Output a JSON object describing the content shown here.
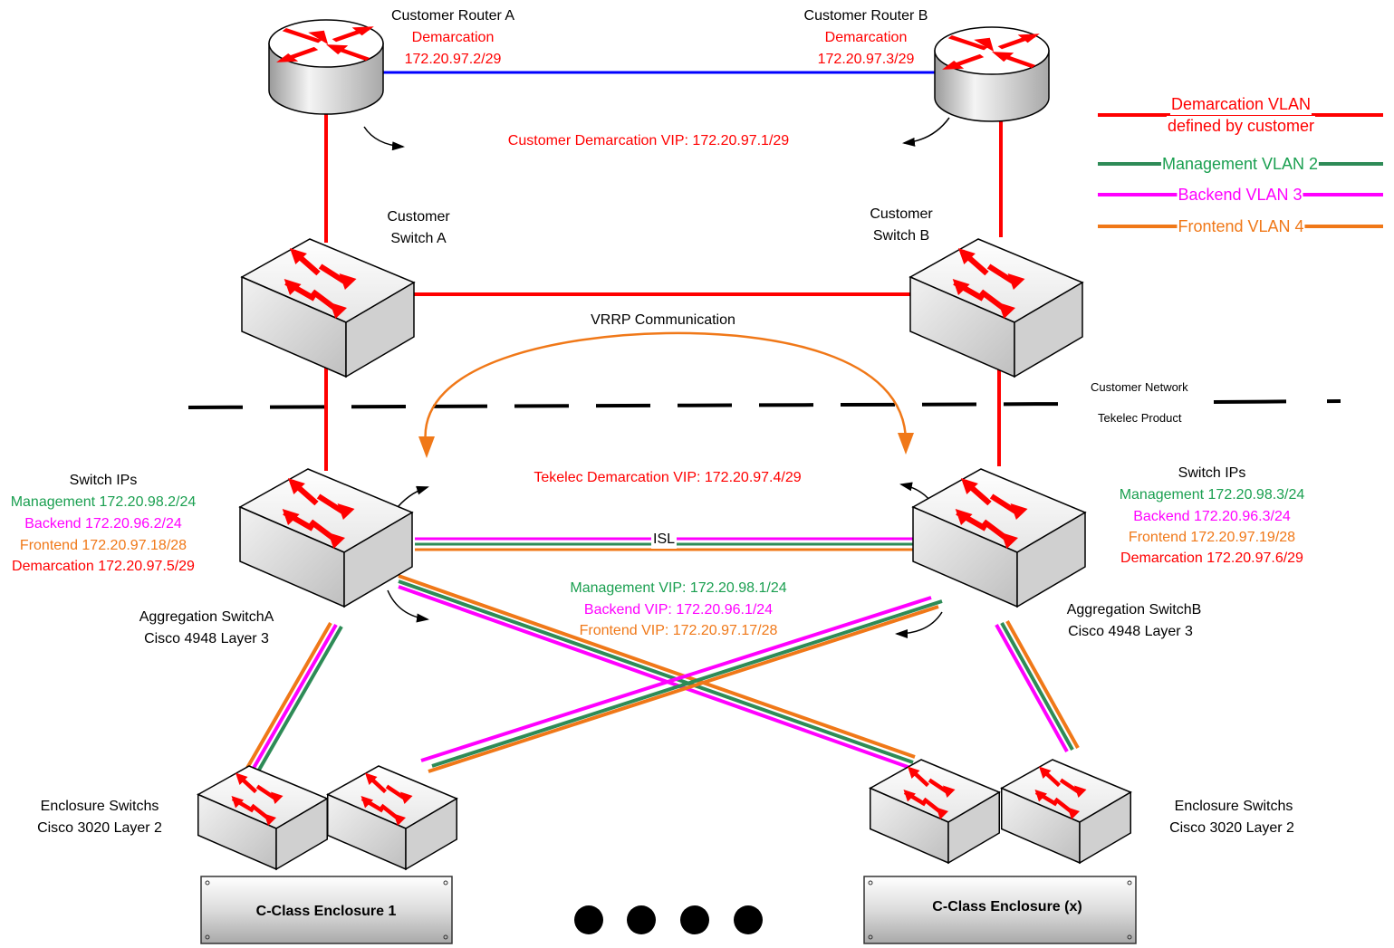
{
  "routers": {
    "a": {
      "name": "Customer Router A",
      "role": "Demarcation",
      "ip": "172.20.97.2/29"
    },
    "b": {
      "name": "Customer Router B",
      "role": "Demarcation",
      "ip": "172.20.97.3/29"
    }
  },
  "customer_demarcation_vip": "Customer Demarcation VIP: 172.20.97.1/29",
  "customer_switches": {
    "a": {
      "line1": "Customer",
      "line2": "Switch A"
    },
    "b": {
      "line1": "Customer",
      "line2": "Switch B"
    }
  },
  "vrrp_label": "VRRP Communication",
  "boundary": {
    "above": "Customer Network",
    "below": "Tekelec Product"
  },
  "tekelec_demarcation_vip": "Tekelec Demarcation VIP: 172.20.97.4/29",
  "isl_label": "ISL",
  "aggregation": {
    "a": {
      "title": "Switch IPs",
      "management": "Management 172.20.98.2/24",
      "backend": "Backend 172.20.96.2/24",
      "frontend": "Frontend 172.20.97.18/28",
      "demarcation": "Demarcation  172.20.97.5/29",
      "name": "Aggregation  SwitchA",
      "model": "Cisco 4948  Layer 3"
    },
    "b": {
      "title": "Switch IPs",
      "management": "Management 172.20.98.3/24",
      "backend": "Backend 172.20.96.3/24",
      "frontend": "Frontend 172.20.97.19/28",
      "demarcation": "Demarcation  172.20.97.6/29",
      "name": "Aggregation  SwitchB",
      "model": "Cisco 4948  Layer 3"
    }
  },
  "vips": {
    "management": "Management VIP: 172.20.98.1/24",
    "backend": "Backend VIP: 172.20.96.1/24",
    "frontend": "Frontend VIP: 172.20.97.17/28"
  },
  "enclosure_switches": {
    "left": {
      "line1": "Enclosure  Switchs",
      "line2": "Cisco 3020  Layer 2"
    },
    "right": {
      "line1": "Enclosure  Switchs",
      "line2": "Cisco 3020  Layer 2"
    }
  },
  "enclosures": {
    "first": "C-Class Enclosure 1",
    "last": "C-Class Enclosure (x)"
  },
  "legend": {
    "demarcation": {
      "line1": "Demarcation VLAN",
      "line2": "defined by customer",
      "color": "#ff0000"
    },
    "management": {
      "label": "Management VLAN 2",
      "color": "#2e8b57"
    },
    "backend": {
      "label": "Backend VLAN 3",
      "color": "#ff00ff"
    },
    "frontend": {
      "label": "Frontend VLAN 4",
      "color": "#f07818"
    }
  },
  "colors": {
    "demarcation": "#ff0000",
    "management": "#2e8b57",
    "backend": "#ff00ff",
    "frontend": "#f07818",
    "router_link": "#0000ff"
  }
}
